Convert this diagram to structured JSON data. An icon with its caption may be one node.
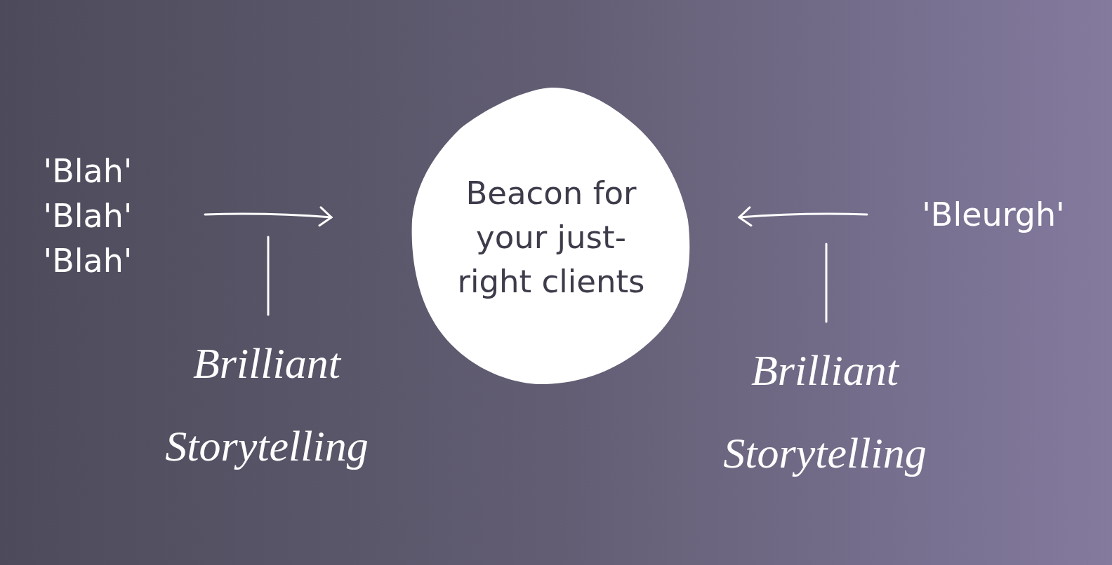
{
  "diagram": {
    "nodes": [
      {
        "text": [
          "'Blah' 'Blah' 'Blah'"
        ]
      },
      {
        "text": [
          "Beacon for your just-right clients"
        ]
      },
      {
        "text": [
          "'Bleurgh'"
        ]
      },
      {
        "text": [
          "Brilliant Storytelling"
        ]
      },
      {
        "text": [
          "Brilliant Storytelling"
        ]
      }
    ],
    "edges": [
      {
        "from": 0,
        "to": 1,
        "arrow": "to"
      },
      {
        "from": 2,
        "to": 1,
        "arrow": "to"
      },
      {
        "from": 3,
        "to": null,
        "arrow": "none"
      },
      {
        "from": 4,
        "to": null,
        "arrow": "none"
      }
    ]
  }
}
